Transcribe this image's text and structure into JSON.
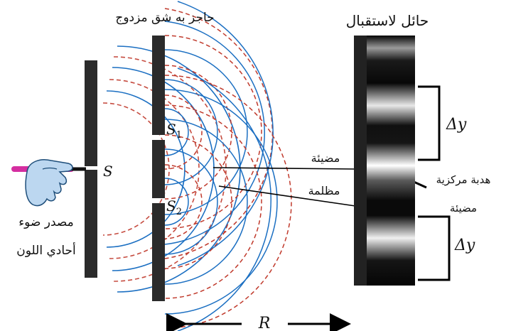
{
  "labels": {
    "double_slit_barrier": "حاجز به شق مزدوج",
    "viewing_screen": "حائل لاستقبال",
    "source_line1": "مصدر ضوء",
    "source_line2": "أحادي اللون",
    "bright_upper": "مضيئة",
    "dark": "مظلمة",
    "central_fringe": "هدبة مركزية",
    "bright_right": "مضيئة",
    "source_symbol": "S",
    "slit1_symbol": "S",
    "slit1_sub": "1",
    "slit2_symbol": "S",
    "slit2_sub": "2",
    "fringe_spacing_upper": "Δy",
    "fringe_spacing_lower": "Δy",
    "distance_symbol": "R"
  },
  "colors": {
    "crest": "#1b6fc2",
    "trough": "#c0392b",
    "barrier": "#2b2b2b",
    "pointer": "#d42ea0"
  },
  "icons": {
    "hand": "hand-holding-laser-pointer-icon"
  }
}
